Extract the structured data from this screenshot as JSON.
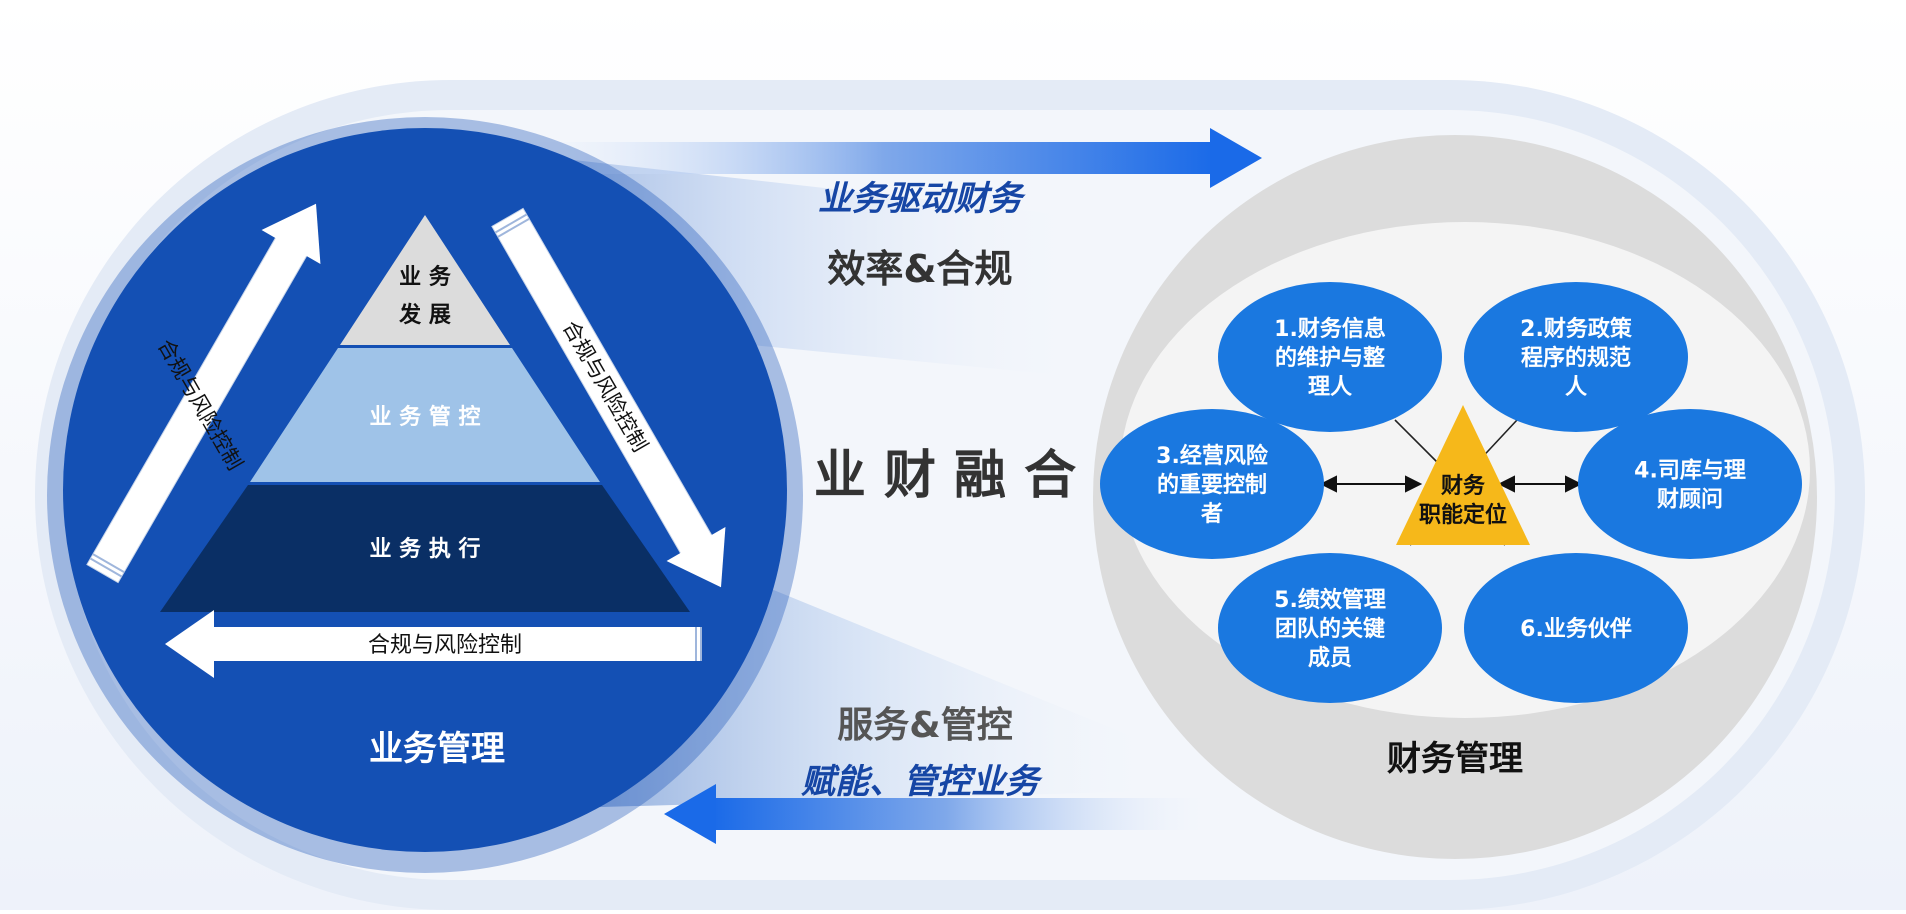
{
  "colors": {
    "deep_blue": "#1450b4",
    "navy": "#0a2f65",
    "light_blue": "#9fc3e8",
    "grey": "#dcdcdc",
    "bubble_blue": "#1a78e0",
    "gold": "#f6b81a",
    "text_dark": "#333333",
    "text_blue": "#1646a5"
  },
  "business": {
    "label": "业务管理",
    "pyramid": {
      "top_line1": "业 务",
      "top_line2": "发 展",
      "middle": "业 务 管 控",
      "bottom": "业 务 执 行"
    },
    "left_arrow_text": "合规与风险控制",
    "right_arrow_text": "合规与风险控制",
    "bottom_arrow_text": "合规与风险控制"
  },
  "center": {
    "upper_italic": "业务驱动财务",
    "upper_label": "效率&合规",
    "main_title": "业 财 融 合",
    "lower_label": "服务&管控",
    "lower_italic": "赋能、管控业务"
  },
  "finance": {
    "label": "财务管理",
    "center_line1": "财务",
    "center_line2": "职能定位",
    "roles": [
      {
        "lines": [
          "1.财务信息",
          "的维护与整",
          "理人"
        ]
      },
      {
        "lines": [
          "2.财务政策",
          "程序的规范",
          "人"
        ]
      },
      {
        "lines": [
          "3.经营风险",
          "的重要控制",
          "者"
        ]
      },
      {
        "lines": [
          "4.司库与理",
          "财顾问"
        ]
      },
      {
        "lines": [
          "5.绩效管理",
          "团队的关键",
          "成员"
        ]
      },
      {
        "lines": [
          "6.业务伙伴"
        ]
      }
    ]
  }
}
